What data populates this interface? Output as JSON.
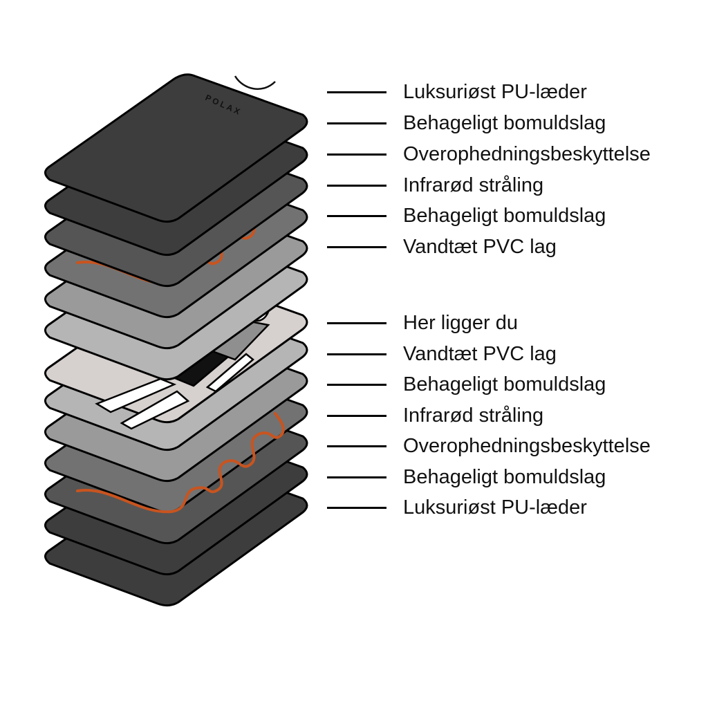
{
  "brand": "POLAX",
  "top_layers": [
    "Luksuriøst PU-læder",
    "Behageligt bomuldslag",
    "Overophedningsbeskyttelse",
    "Infrarød stråling",
    "Behageligt bomuldslag",
    "Vandtæt PVC lag"
  ],
  "bottom_layers": [
    "Her ligger du",
    "Vandtæt PVC lag",
    "Behageligt bomuldslag",
    "Infrarød stråling",
    "Overophedningsbeskyttelse",
    "Behageligt bomuldslag",
    "Luksuriøst PU-læder"
  ],
  "colors": {
    "dark_leather": "#3d3d3d",
    "dark_gray": "#555555",
    "mid_gray": "#727272",
    "light_gray": "#9a9a9a",
    "pale_gray": "#b5b5b5",
    "beige_sheet": "#d6d0ce",
    "heating_wire": "#c9541f"
  }
}
